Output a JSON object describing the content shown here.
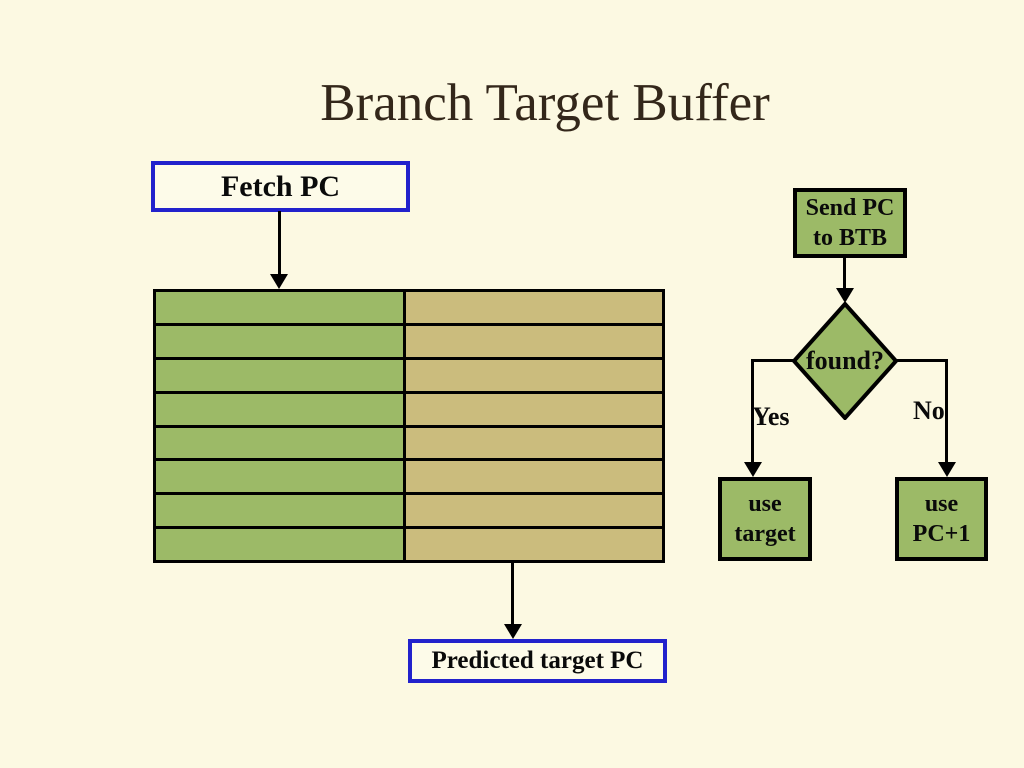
{
  "slide": {
    "title": "Branch Target Buffer"
  },
  "colors": {
    "background": "#FCF9E2",
    "title_color": "#33271A",
    "box_green": "#9CBA67",
    "cell_tan": "#CBBC7D",
    "blue_border": "#2222CC",
    "blue_box_fill": "#FDFBE9"
  },
  "pipeline": {
    "fetch_pc_label": "Fetch PC",
    "predicted_target_label": "Predicted target PC"
  },
  "btb_table": {
    "row_count": 8,
    "column_count": 2
  },
  "flowchart": {
    "send_pc_line1": "Send PC",
    "send_pc_line2": "to BTB",
    "decision_label": "found?",
    "yes_label": "Yes",
    "no_label": "No",
    "use_target_line1": "use",
    "use_target_line2": "target",
    "use_pc1_line1": "use",
    "use_pc1_line2": "PC+1"
  }
}
